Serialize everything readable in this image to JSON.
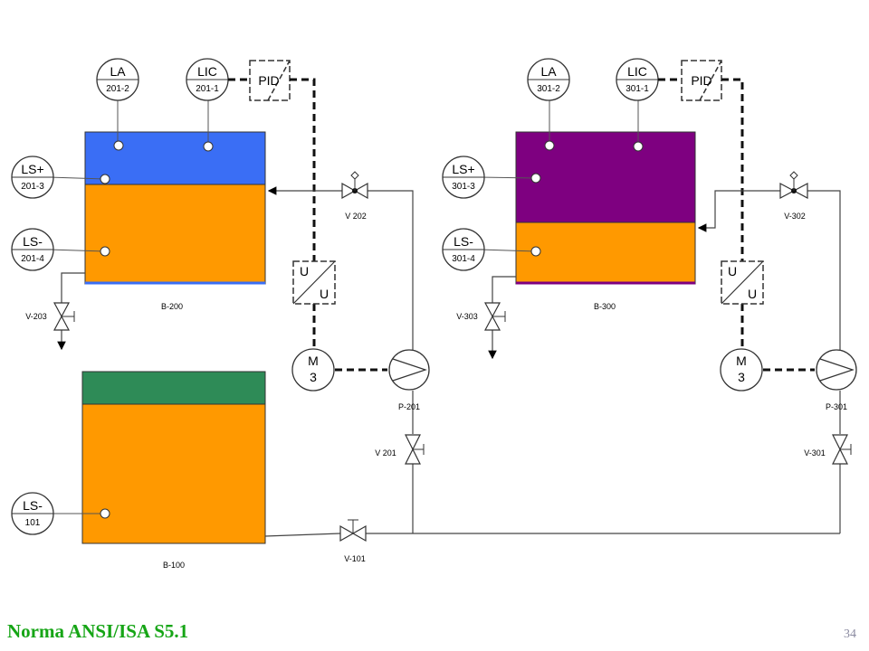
{
  "footer": {
    "title": "Norma ANSI/ISA S5.1",
    "page_number": "34"
  },
  "instruments": {
    "la_201": {
      "top": "LA",
      "bottom": "201-2"
    },
    "lic_201": {
      "top": "LIC",
      "bottom": "201-1"
    },
    "pid_201": {
      "label": "PID"
    },
    "ls_201_3": {
      "top": "LS+",
      "bottom": "201-3"
    },
    "ls_201_4": {
      "top": "LS-",
      "bottom": "201-4"
    },
    "la_301": {
      "top": "LA",
      "bottom": "301-2"
    },
    "lic_301": {
      "top": "LIC",
      "bottom": "301-1"
    },
    "pid_301": {
      "label": "PID"
    },
    "ls_301_3": {
      "top": "LS+",
      "bottom": "301-3"
    },
    "ls_301_4": {
      "top": "LS-",
      "bottom": "301-4"
    },
    "ls_101": {
      "top": "LS-",
      "bottom": "101"
    }
  },
  "tanks": {
    "b200": {
      "label": "B-200",
      "top_color": "#3a6ef5",
      "fluid_color": "#ff9900"
    },
    "b300": {
      "label": "B-300",
      "top_color": "#7e0080",
      "fluid_color": "#ff9900"
    },
    "b100": {
      "label": "B-100",
      "top_color": "#2e8b57",
      "fluid_color": "#ff9900"
    }
  },
  "valves": {
    "v202": "V 202",
    "v203": "V-203",
    "v302": "V-302",
    "v303": "V-303",
    "v201": "V 201",
    "v301": "V-301",
    "v101": "V-101"
  },
  "pumps": {
    "p201": "P-201",
    "p301": "P-301"
  },
  "motors": {
    "m_left": {
      "top": "M",
      "bottom": "3"
    },
    "m_right": {
      "top": "M",
      "bottom": "3"
    }
  },
  "converters": {
    "u_left": {
      "in": "U",
      "out": "U"
    },
    "u_right": {
      "in": "U",
      "out": "U"
    }
  }
}
